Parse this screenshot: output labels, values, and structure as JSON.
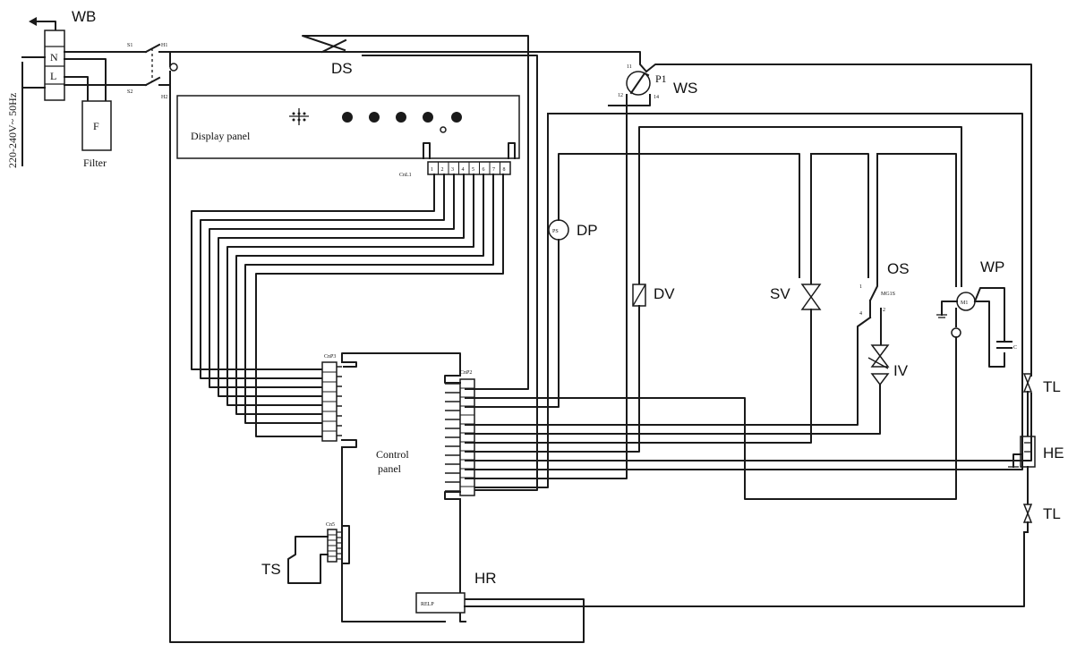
{
  "labels": {
    "wb": "WB",
    "ds": "DS",
    "ws": "WS",
    "dp": "DP",
    "dv": "DV",
    "sv": "SV",
    "os": "OS",
    "wp": "WP",
    "iv": "IV",
    "tl_top": "TL",
    "he": "HE",
    "tl_bottom": "TL",
    "ts": "TS",
    "hr": "HR"
  },
  "supply": {
    "voltage": "220-240V~ 50Hz",
    "neutral": "N",
    "live": "L"
  },
  "filter": {
    "letter": "F",
    "caption": "Filter"
  },
  "display_panel": {
    "title": "Display panel",
    "connector": "CnL1",
    "pins": [
      "1",
      "2",
      "3",
      "4",
      "5",
      "6",
      "7",
      "8"
    ]
  },
  "control_panel": {
    "title_line1": "Control",
    "title_line2": "panel",
    "left_connector": "CnP3",
    "right_connector": "CnP2",
    "ts_connector": "Cn5"
  },
  "components": {
    "ws_pin": "P1",
    "ws_t1": "11",
    "ws_t2": "12",
    "ws_t3": "14",
    "dp_symbol": "PS",
    "wp_motor": "M1",
    "wp_capacitor": "C",
    "os_model": "MG1S",
    "os_t1": "1",
    "os_t2": "2",
    "os_t3": "4",
    "relay": "RELP"
  }
}
